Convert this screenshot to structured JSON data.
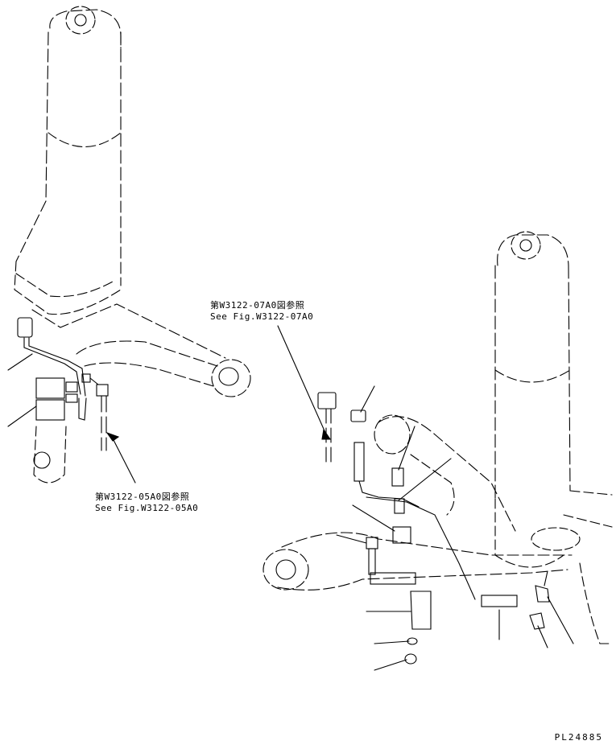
{
  "refs": {
    "upper": {
      "jp": "第W3122-07A0図参照",
      "en": "See Fig.W3122-07A0"
    },
    "lower": {
      "jp": "第W3122-05A0図参照",
      "en": "See Fig.W3122-05A0"
    }
  },
  "drawing_number": "PL24885",
  "colors": {
    "line": "#000000",
    "background": "#ffffff"
  }
}
